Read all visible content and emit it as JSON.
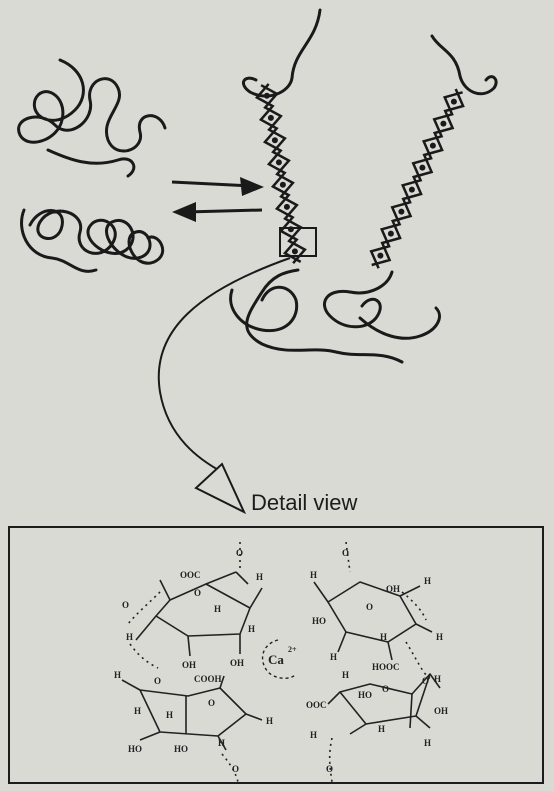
{
  "caption": "Detail view",
  "ion": {
    "symbol": "Ca",
    "charge": "2+"
  },
  "ring_labels": {
    "ooc": "OOC",
    "cooh": "COOH",
    "hooc": "HOOC",
    "h": "H",
    "oh": "OH",
    "ho": "HO",
    "o": "O"
  }
}
